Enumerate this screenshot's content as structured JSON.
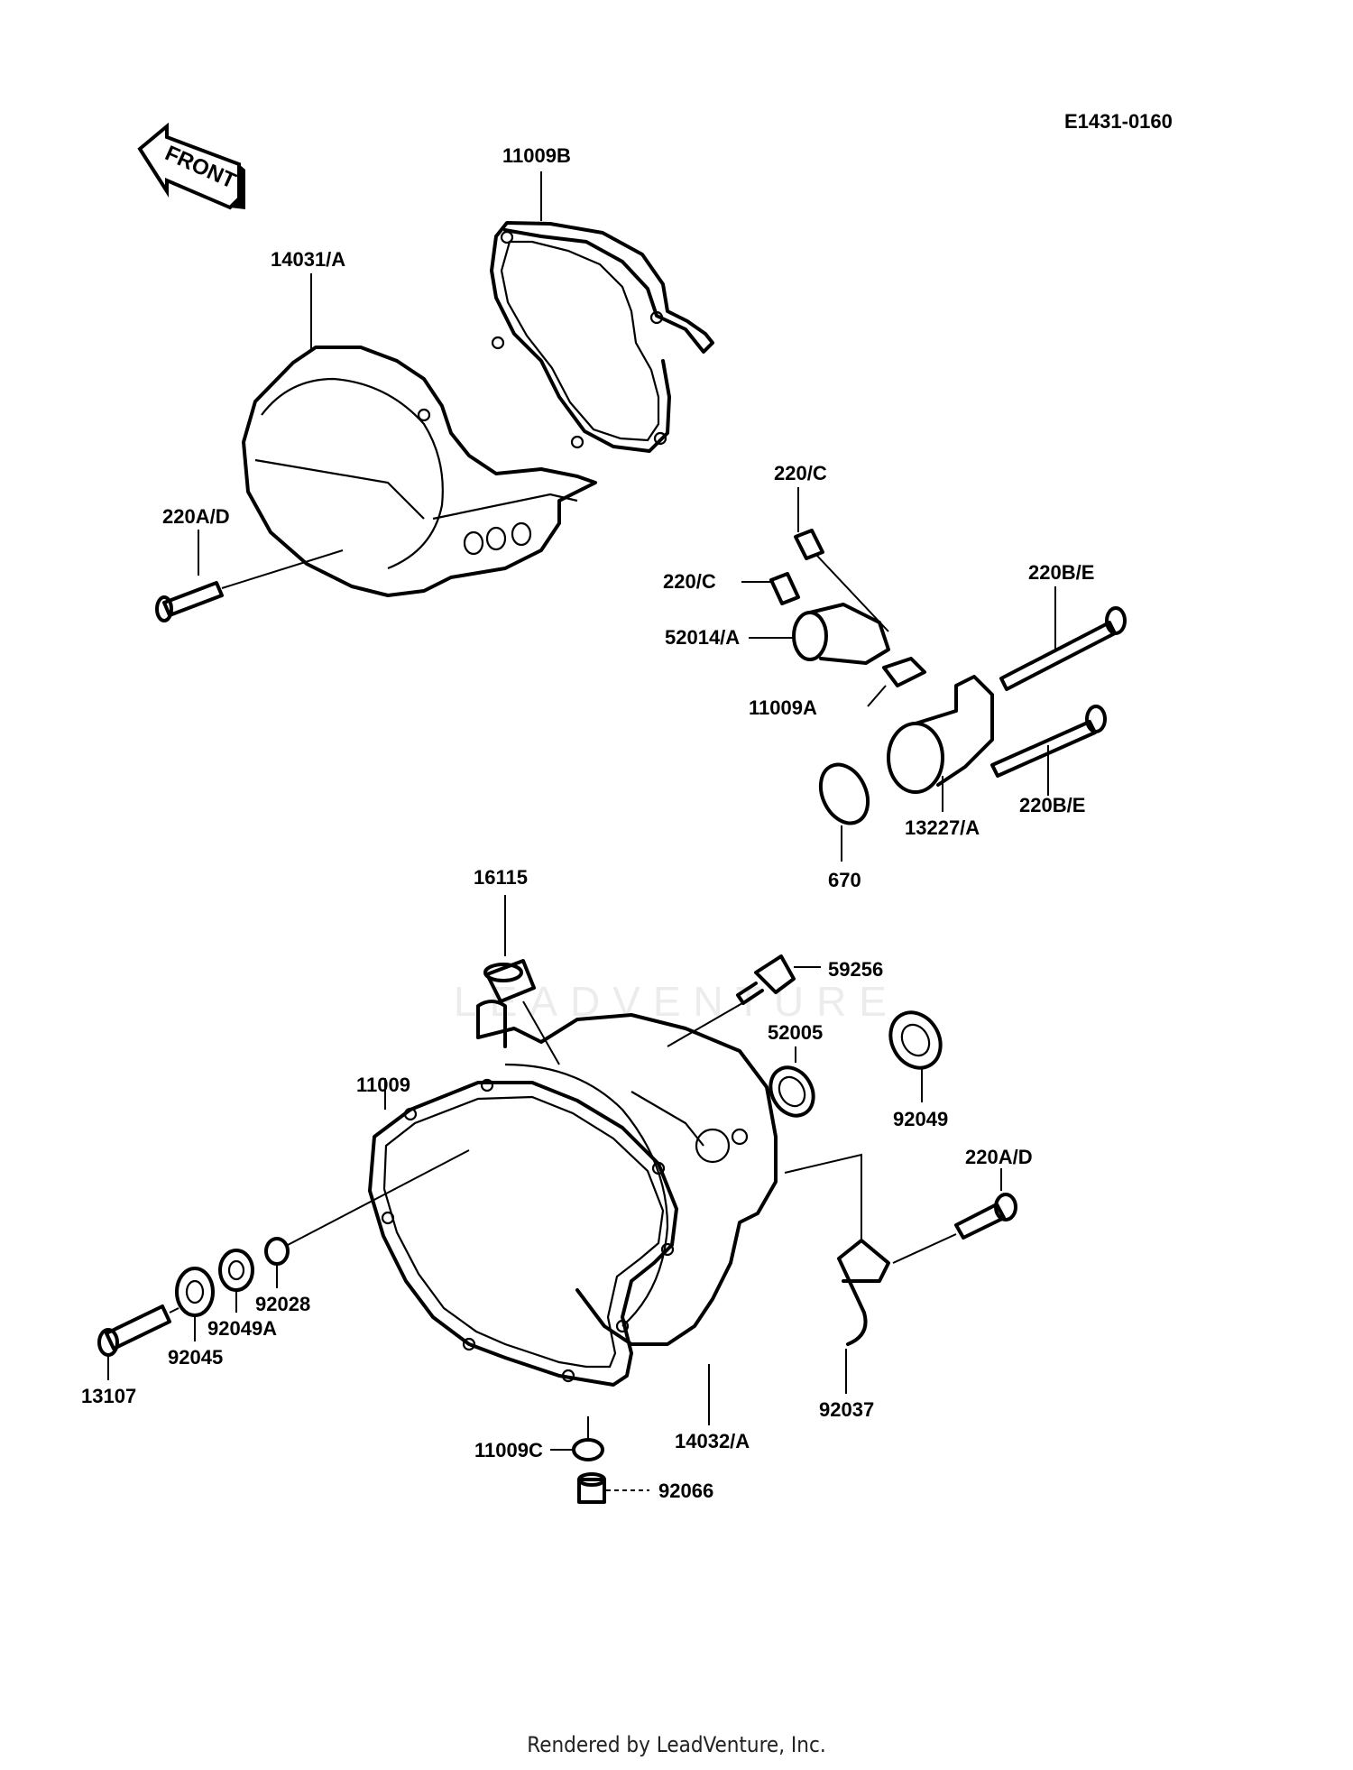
{
  "diagram_code": "E1431-0160",
  "front_arrow_label": "FRONT",
  "watermark": "LEADVENTURE",
  "footer": "Rendered by LeadVenture, Inc.",
  "callouts": {
    "p11009B": "11009B",
    "p14031A": "14031/A",
    "p220AD_top": "220A/D",
    "p220C_1": "220/C",
    "p220C_2": "220/C",
    "p52014A": "52014/A",
    "p11009A": "11009A",
    "p220BE_1": "220B/E",
    "p220BE_2": "220B/E",
    "p670": "670",
    "p13227A": "13227/A",
    "p16115": "16115",
    "p59256": "59256",
    "p52005": "52005",
    "p92049": "92049",
    "p220AD_bottom": "220A/D",
    "p11009": "11009",
    "p92028": "92028",
    "p92049A": "92049A",
    "p92045": "92045",
    "p13107": "13107",
    "p14032A": "14032/A",
    "p92037": "92037",
    "p11009C": "11009C",
    "p92066": "92066"
  }
}
